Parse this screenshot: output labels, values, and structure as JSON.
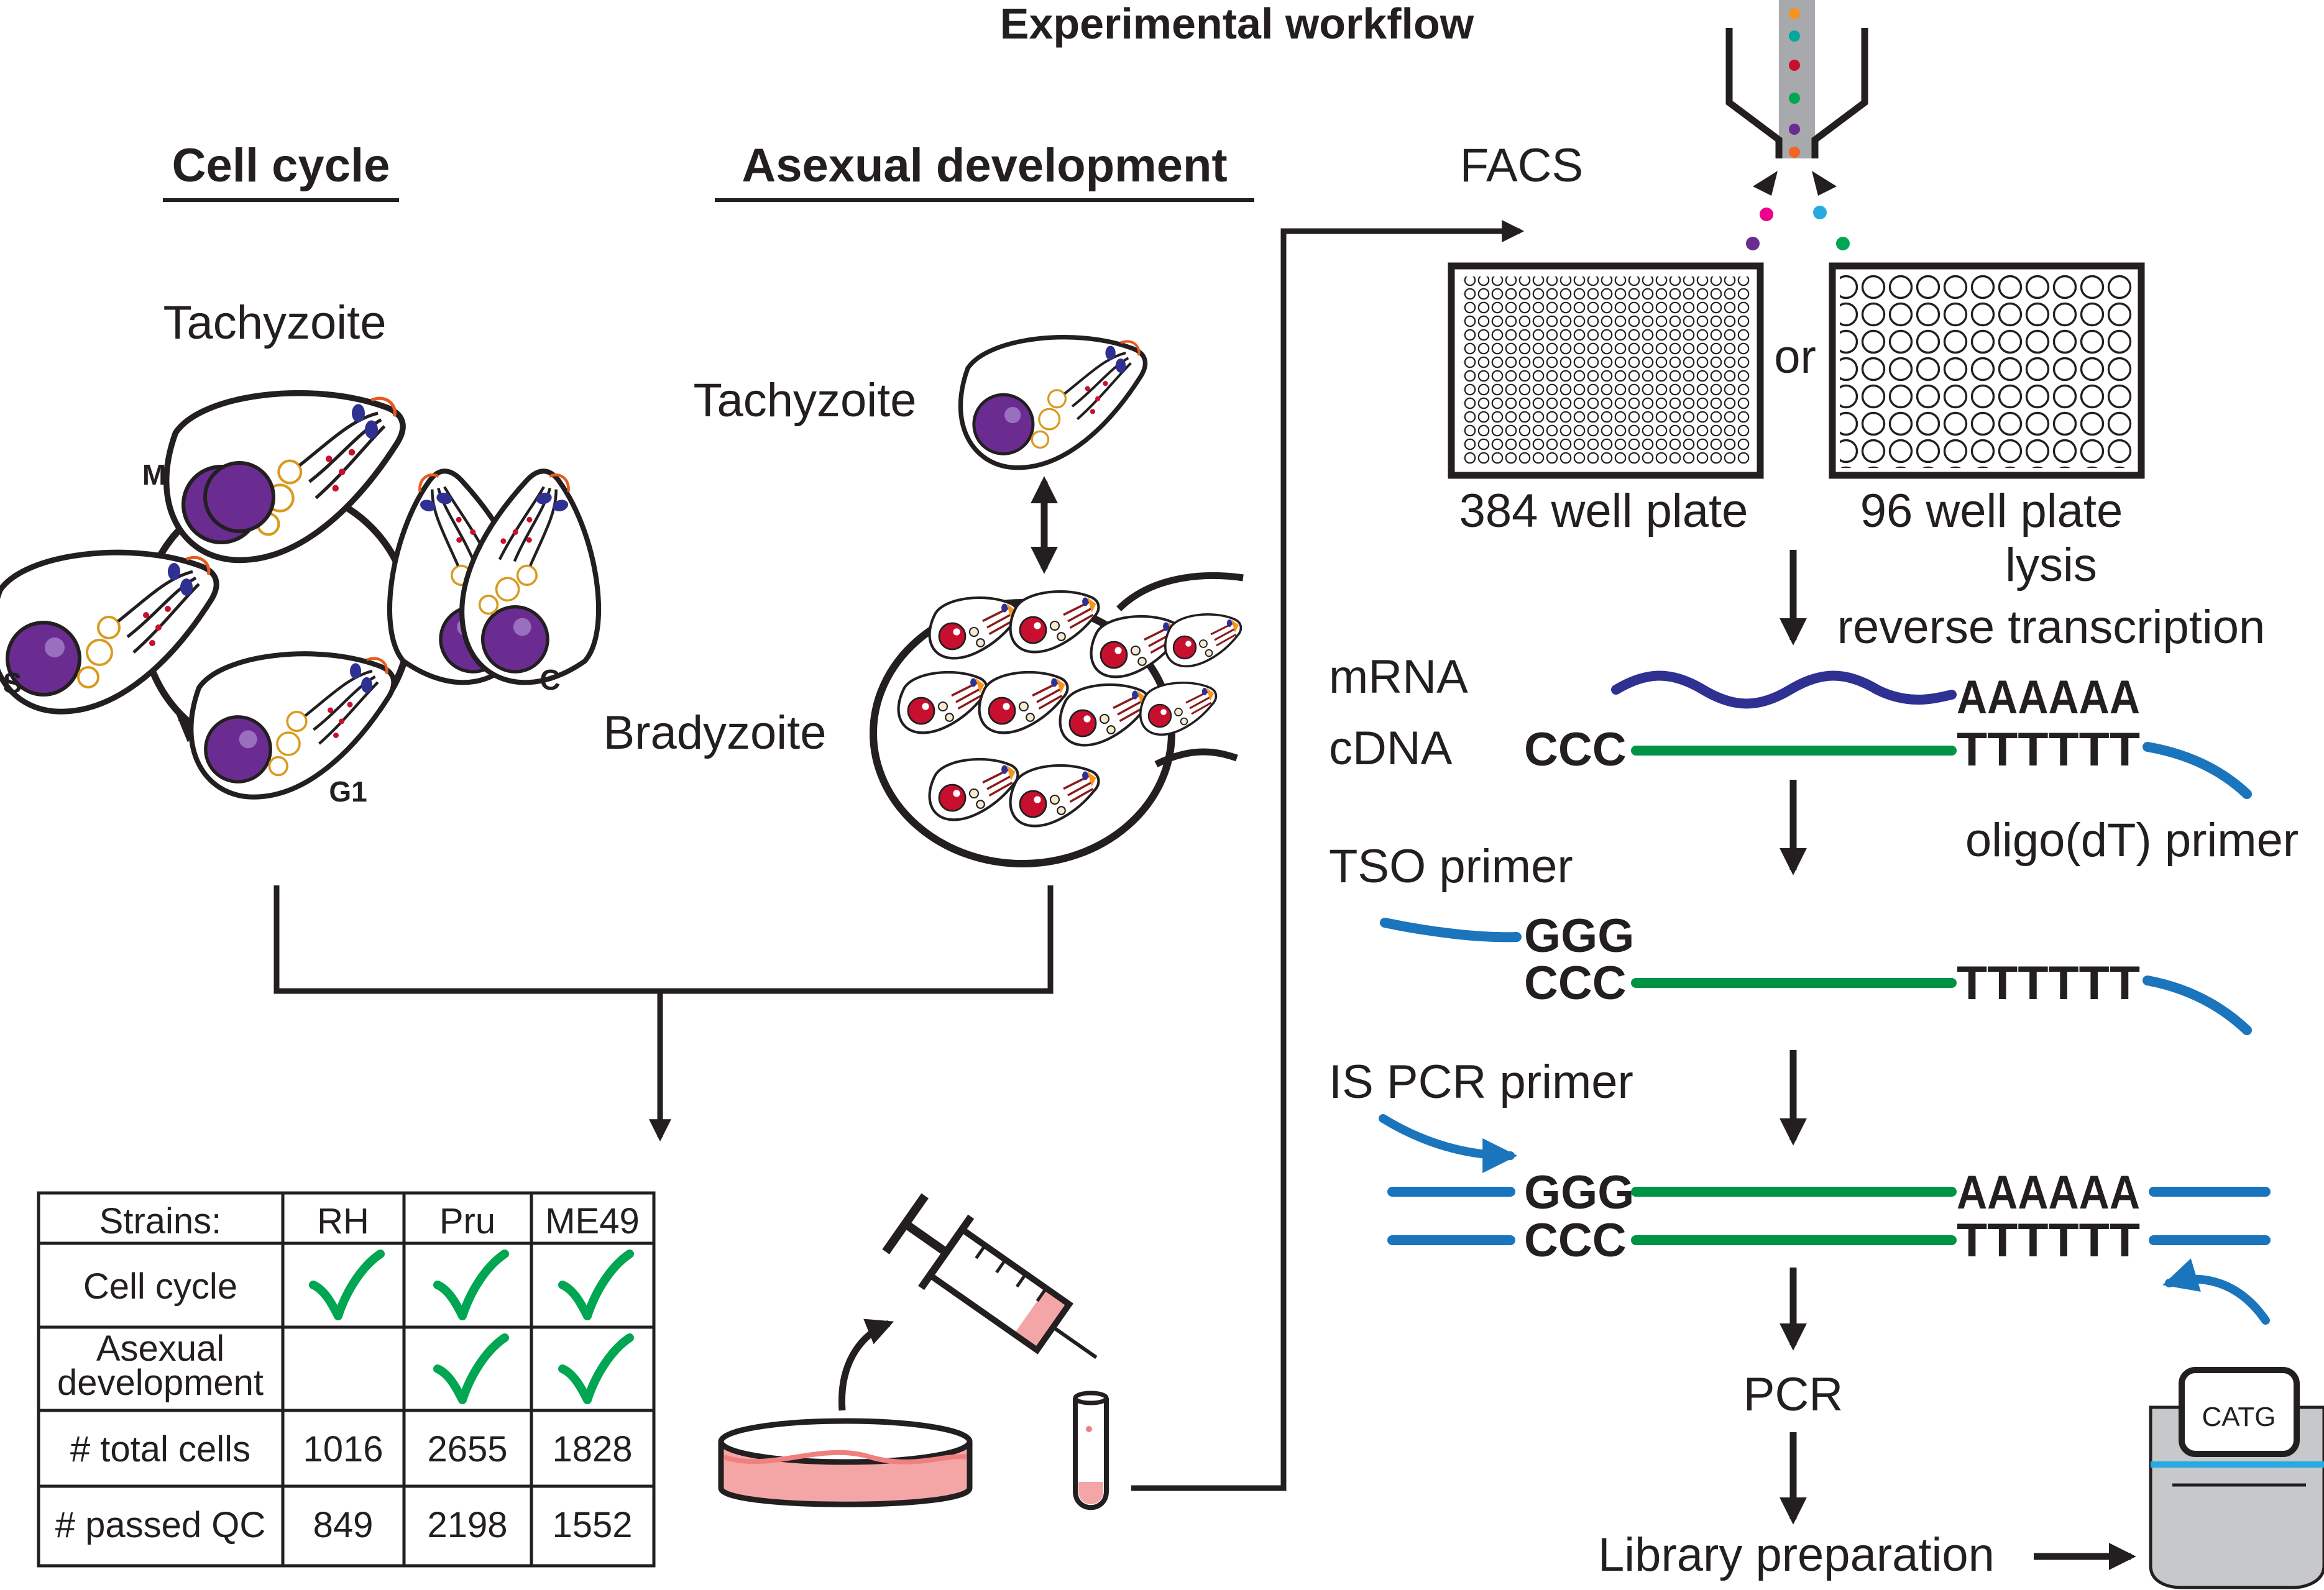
{
  "title": "Experimental workflow",
  "cell_cycle": {
    "heading": "Cell cycle",
    "tachyzoite_label": "Tachyzoite",
    "phases": {
      "m": "M",
      "s": "S",
      "c": "C",
      "g1": "G1"
    }
  },
  "asexual": {
    "heading": "Asexual development",
    "tachyzoite_label": "Tachyzoite",
    "bradyzoite_label": "Bradyzoite"
  },
  "facs": {
    "label": "FACS",
    "plate384": "384 well plate",
    "or": "or",
    "plate96": "96 well plate"
  },
  "steps": {
    "lysis": "lysis",
    "rt": "reverse transcription",
    "pcr": "PCR",
    "library": "Library preparation",
    "sequencer": "CATG"
  },
  "molecules": {
    "mrna": "mRNA",
    "cdna": "cDNA",
    "tso": "TSO primer",
    "is_pcr": "IS PCR primer",
    "oligo_dt": "oligo(dT) primer",
    "polyA": "AAAAAA",
    "polyT": "TTTTTT",
    "ccc": "CCC",
    "ggg": "GGG"
  },
  "table": {
    "headers": [
      "Strains:",
      "RH",
      "Pru",
      "ME49"
    ],
    "rows": [
      {
        "label": "Cell cycle",
        "cells": [
          true,
          true,
          true
        ]
      },
      {
        "label_lines": [
          "Asexual",
          "development"
        ],
        "cells": [
          false,
          true,
          true
        ]
      },
      {
        "label": "# total cells",
        "values": [
          "1016",
          "2655",
          "1828"
        ]
      },
      {
        "label": "# passed QC",
        "values": [
          "849",
          "2198",
          "1552"
        ]
      }
    ]
  },
  "colors": {
    "nucleus": "#6a2c91",
    "cyst_nucleus": "#c8102e",
    "mrna": "#2e3192",
    "cdna": "#009245",
    "primer": "#1b75bc",
    "check": "#00a651",
    "dish_medium": "#f4a6a6",
    "sequencer_body": "#c7c8ca",
    "sequencer_stripe": "#27aae1"
  }
}
